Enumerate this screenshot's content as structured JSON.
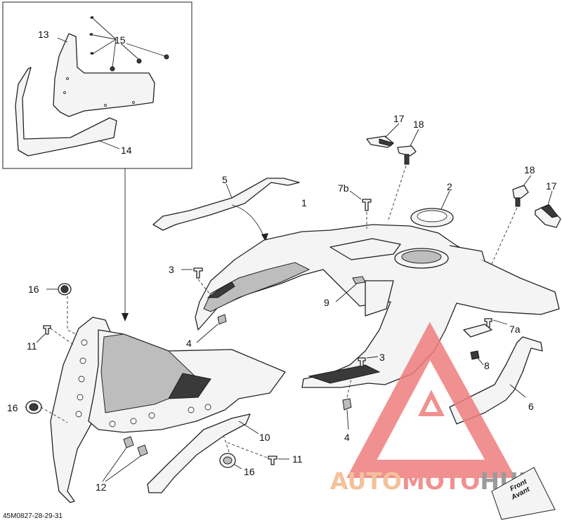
{
  "diagram": {
    "catalog_number": "45M0827-28-29-31",
    "callouts": [
      "1",
      "2",
      "3",
      "3",
      "4",
      "4",
      "5",
      "6",
      "7a",
      "7b",
      "8",
      "9",
      "10",
      "11",
      "11",
      "12",
      "13",
      "14",
      "15",
      "16",
      "16",
      "16",
      "17",
      "17",
      "18",
      "18"
    ],
    "labels": {
      "l1": "1",
      "l2": "2",
      "l3a": "3",
      "l3b": "3",
      "l4a": "4",
      "l4b": "4",
      "l5": "5",
      "l6": "6",
      "l7a": "7a",
      "l7b": "7b",
      "l8": "8",
      "l9": "9",
      "l10": "10",
      "l11a": "11",
      "l11b": "11",
      "l12": "12",
      "l13": "13",
      "l14": "14",
      "l15": "15",
      "l16a": "16",
      "l16b": "16",
      "l16c": "16",
      "l17a": "17",
      "l17b": "17",
      "l18a": "18",
      "l18b": "18"
    },
    "front_tag": {
      "line1": "Front",
      "line2": "Avant"
    }
  },
  "watermark": {
    "part1": "AUTO",
    "part2": "MOTO",
    "part3": "HUB",
    "color_primary": "#f2b78a",
    "color_secondary": "#ef7d7d",
    "color_tertiary": "#8a8a8a"
  }
}
